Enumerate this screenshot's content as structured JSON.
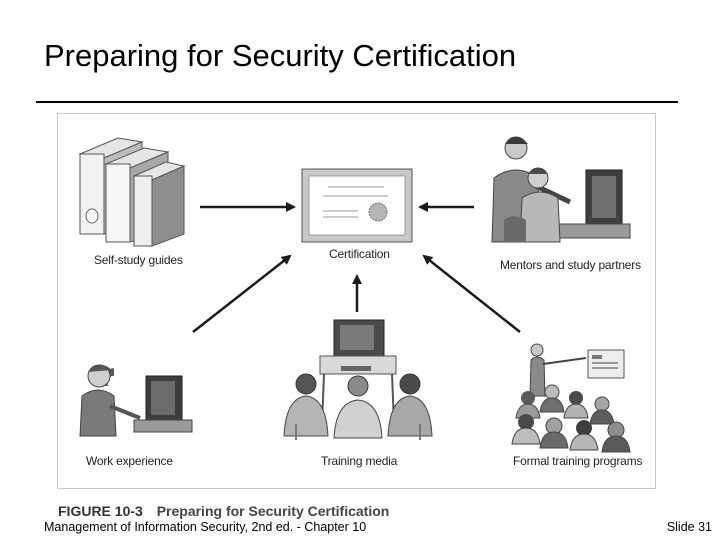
{
  "slide": {
    "title": "Preparing for Security Certification"
  },
  "figure": {
    "center_label": "Certification",
    "nodes": {
      "self_study": "Self-study guides",
      "mentors": "Mentors and study partners",
      "work": "Work experience",
      "training_media": "Training media",
      "formal_training": "Formal training programs"
    },
    "caption_number": "FIGURE 10-3",
    "caption_text": "Preparing for Security Certification"
  },
  "footer": {
    "left": "Management of Information Security, 2nd ed. - Chapter 10",
    "right": "Slide 31"
  },
  "colors": {
    "arrow": "#1a1a1a",
    "illustration_dark": "#4a4a4a",
    "illustration_mid": "#8c8c8c",
    "illustration_light": "#d4d4d4"
  }
}
